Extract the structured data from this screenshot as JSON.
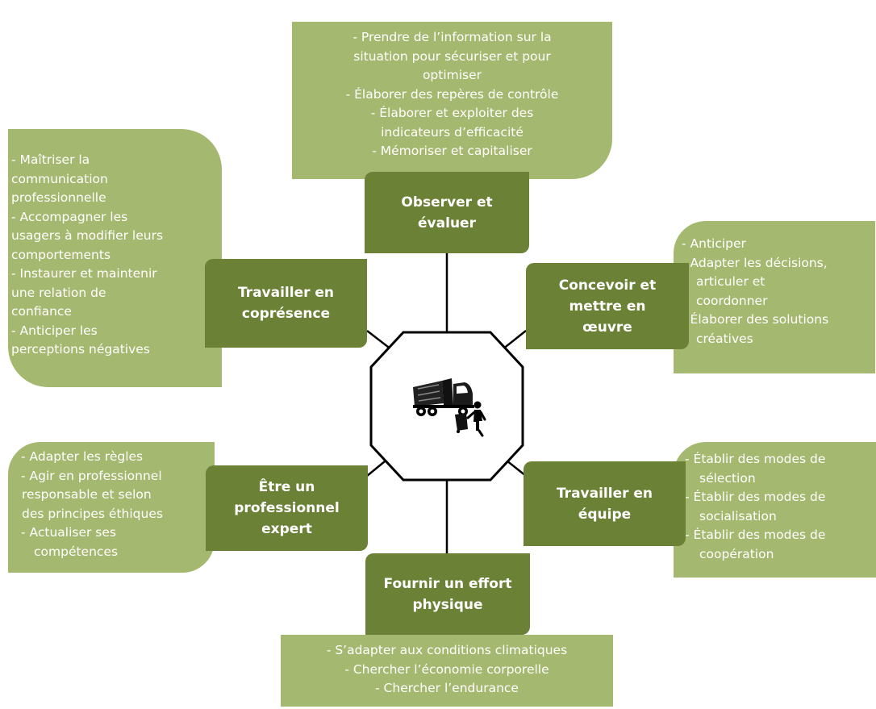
{
  "hub": {
    "icon": "garbage-truck-worker-icon"
  },
  "colors": {
    "category_fill": "#6b8236",
    "detail_fill": "#a5b86f",
    "connector": "#000000"
  },
  "categories": {
    "observer": [
      "Observer et",
      "évaluer"
    ],
    "concevoir": [
      "Concevoir et",
      "mettre en",
      "œuvre"
    ],
    "equipe": [
      "Travailler en",
      "équipe"
    ],
    "effort": [
      "Fournir un effort",
      "physique"
    ],
    "expert": [
      "Être un",
      "professionnel",
      "expert"
    ],
    "copresence": [
      "Travailler en",
      "coprésence"
    ]
  },
  "details": {
    "observer": [
      "-   Prendre de l’information sur la",
      "situation pour sécuriser et pour",
      "optimiser",
      "-   Élaborer des repères de contrôle",
      "-   Élaborer et exploiter des",
      "indicateurs d’efficacité",
      "-   Mémoriser et capitaliser"
    ],
    "concevoir": [
      "- Anticiper",
      "- Adapter les décisions,",
      "articuler et",
      "coordonner",
      "- Élaborer des solutions",
      "créatives"
    ],
    "equipe": [
      "- Établir des modes de",
      "sélection",
      "- Établir des modes de",
      "socialisation",
      "- Établir des modes de",
      "coopération"
    ],
    "effort": [
      "- S’adapter aux conditions climatiques",
      "- Chercher l’économie corporelle",
      "- Chercher l’endurance"
    ],
    "expert": [
      "- Adapter les règles",
      "- Agir en professionnel",
      "responsable et selon",
      "des principes éthiques",
      "- Actualiser ses",
      "compétences"
    ],
    "copresence": [
      "- Maîtriser la",
      "communication",
      "professionnelle",
      "- Accompagner les",
      "usagers à modifier leurs",
      "comportements",
      "- Instaurer et maintenir",
      "une relation de",
      "confiance",
      "- Anticiper les",
      "perceptions négatives"
    ]
  }
}
